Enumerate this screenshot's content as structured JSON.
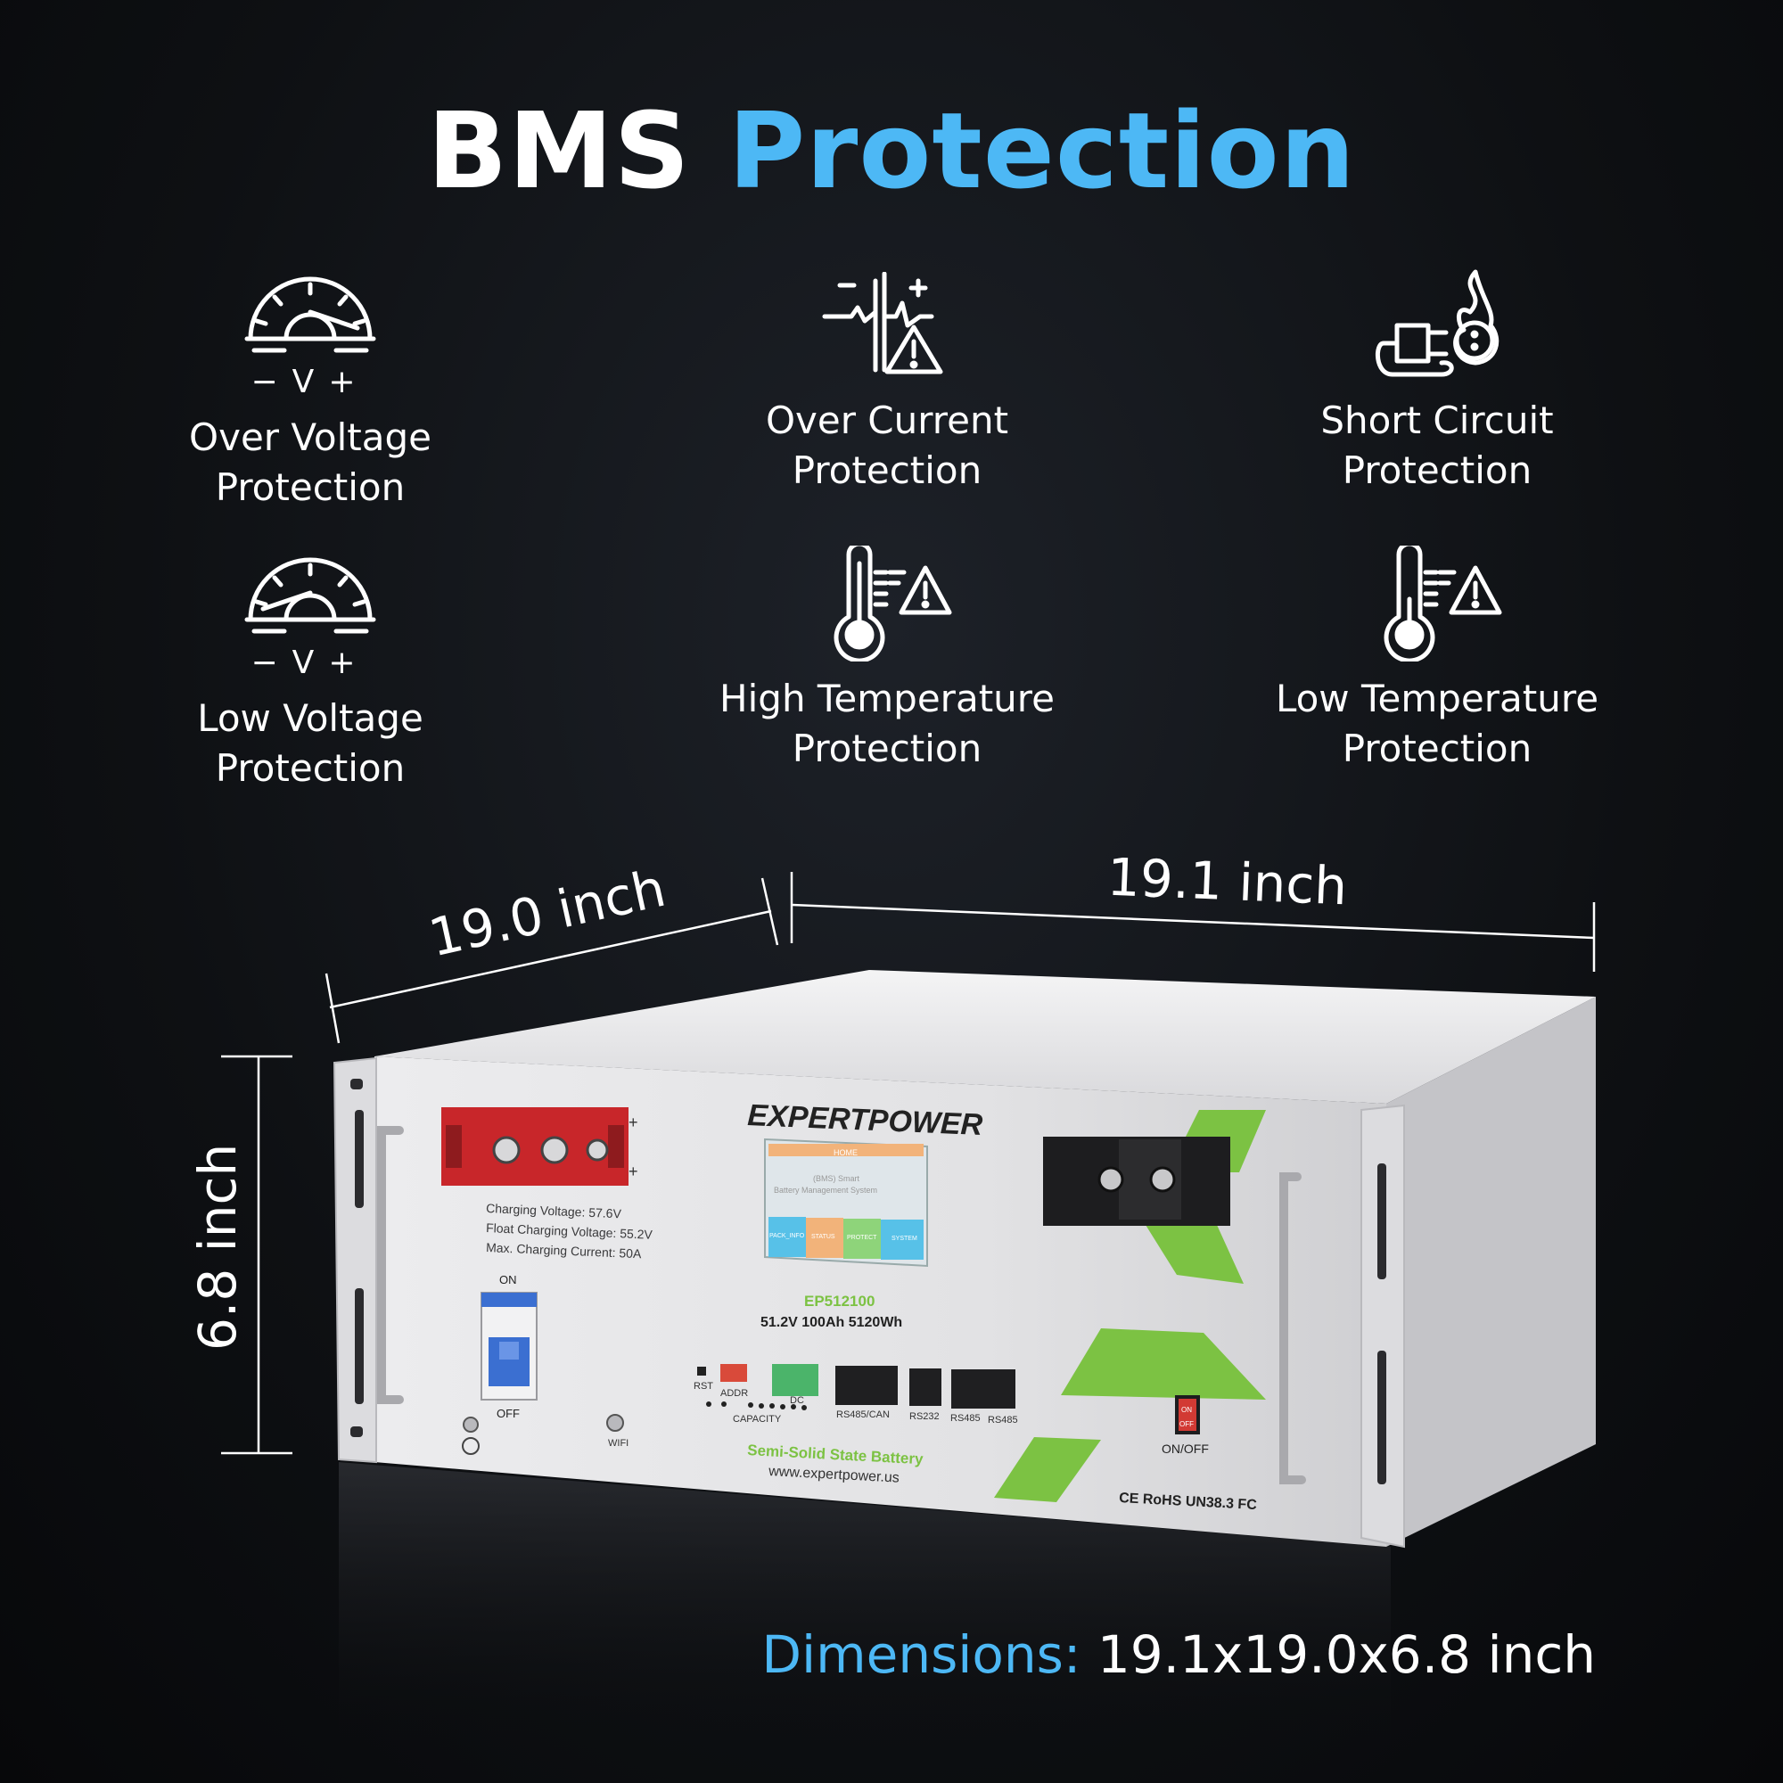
{
  "title": {
    "part1": "BMS",
    "part2": "Protection"
  },
  "features": [
    {
      "icon": "voltage-gauge-icon",
      "line1": "Over Voltage",
      "line2": "Protection"
    },
    {
      "icon": "current-warning-icon",
      "line1": "Over Current",
      "line2": "Protection"
    },
    {
      "icon": "plug-fire-icon",
      "line1": "Short Circuit",
      "line2": "Protection"
    },
    {
      "icon": "voltage-gauge-icon",
      "line1": "Low Voltage",
      "line2": "Protection"
    },
    {
      "icon": "thermometer-warning-icon",
      "line1": "High Temperature",
      "line2": "Protection"
    },
    {
      "icon": "thermometer-warning-icon",
      "line1": "Low Temperature",
      "line2": "Protection"
    }
  ],
  "gauge_signs": {
    "minus": "−",
    "v": "V",
    "plus": "+"
  },
  "dimension_labels": {
    "depth": "19.0 inch",
    "width": "19.1 inch",
    "height": "6.8 inch"
  },
  "dimensions_summary": {
    "label": "Dimensions:",
    "value": "19.1x19.0x6.8 inch"
  },
  "battery": {
    "brand": "EXPERTPOWER",
    "spec_lines": [
      "Charging Voltage: 57.6V",
      "Float Charging Voltage: 55.2V",
      "Max. Charging Current: 50A"
    ],
    "breaker_on": "ON",
    "breaker_off": "OFF",
    "screen": {
      "home": "HOME",
      "line1": "(BMS) Smart",
      "line2": "Battery Management System",
      "tabs": [
        "PACK_INFO",
        "STATUS",
        "PROTECT",
        "SYSTEM"
      ]
    },
    "model": "EP512100",
    "rating": "51.2V 100Ah 5120Wh",
    "port_labels": {
      "rst": "RST",
      "addr": "ADDR",
      "dc": "DC",
      "capacity": "CAPACITY",
      "rs485can": "RS485/CAN",
      "rs232": "RS232",
      "rs485a": "RS485",
      "rs485b": "RS485"
    },
    "wifi": "WIFI",
    "switch": {
      "on": "ON",
      "off": "OFF",
      "label": "ON/OFF"
    },
    "tagline": "Semi-Solid State Battery",
    "website": "www.expertpower.us",
    "certs": "CE RoHS UN38.3 FC",
    "terminal_plus": "+",
    "colors": {
      "accent": "#4db8f5",
      "green": "#7cc243",
      "red": "#c8262a",
      "body": "#e9e9ea"
    }
  }
}
